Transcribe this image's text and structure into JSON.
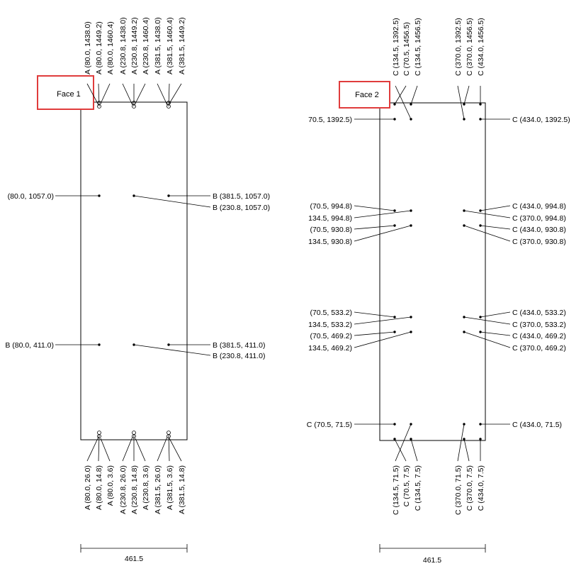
{
  "faces": [
    {
      "id": "face1",
      "title": "Face 1",
      "dimension": "461.5",
      "top_labels": [
        "A (80.0, 1438.0)",
        "A (80.0, 1449.2)",
        "A (80.0, 1460.4)",
        "A (230.8, 1438.0)",
        "A (230.8, 1449.2)",
        "A (230.8, 1460.4)",
        "A (381.5, 1438.0)",
        "A (381.5, 1460.4)",
        "A (381.5, 1449.2)"
      ],
      "bottom_labels": [
        "A (80.0, 26.0)",
        "A (80.0, 14.8)",
        "A (80.0, 3.6)",
        "A (230.8, 26.0)",
        "A (230.8, 14.8)",
        "A (230.8, 3.6)",
        "A (381.5, 26.0)",
        "A (381.5, 3.6)",
        "A (381.5, 14.8)"
      ],
      "left_labels": [
        "(80.0, 1057.0)",
        "B (80.0, 411.0)"
      ],
      "right_labels": [
        "B (381.5, 1057.0)",
        "B (230.8, 1057.0)",
        "B (381.5, 411.0)",
        "B (230.8, 411.0)"
      ]
    },
    {
      "id": "face2",
      "title": "Face 2",
      "dimension": "461.5",
      "top_labels": [
        "C (134.5, 1392.5)",
        "C (70.5, 1456.5)",
        "C (134.5, 1456.5)",
        "C (370.0, 1392.5)",
        "C (370.0, 1456.5)",
        "C (434.0, 1456.5)"
      ],
      "bottom_labels": [
        "C (134.5, 71.5)",
        "C (70.5, 7.5)",
        "C (134.5, 7.5)",
        "C (370.0, 71.5)",
        "C (370.0, 7.5)",
        "C (434.0, 7.5)"
      ],
      "left_labels": [
        "70.5, 1392.5)",
        "(70.5, 994.8)",
        "134.5, 994.8)",
        "(70.5, 930.8)",
        "134.5, 930.8)",
        "(70.5, 533.2)",
        "134.5, 533.2)",
        "(70.5, 469.2)",
        "134.5, 469.2)",
        "C (70.5, 71.5)"
      ],
      "right_labels": [
        "C (434.0, 1392.5)",
        "C (434.0, 994.8)",
        "C (370.0, 994.8)",
        "C (434.0, 930.8)",
        "C (370.0, 930.8)",
        "C (434.0, 533.2)",
        "C (370.0, 533.2)",
        "C (434.0, 469.2)",
        "C (370.0, 469.2)",
        "C (434.0, 71.5)"
      ]
    }
  ]
}
